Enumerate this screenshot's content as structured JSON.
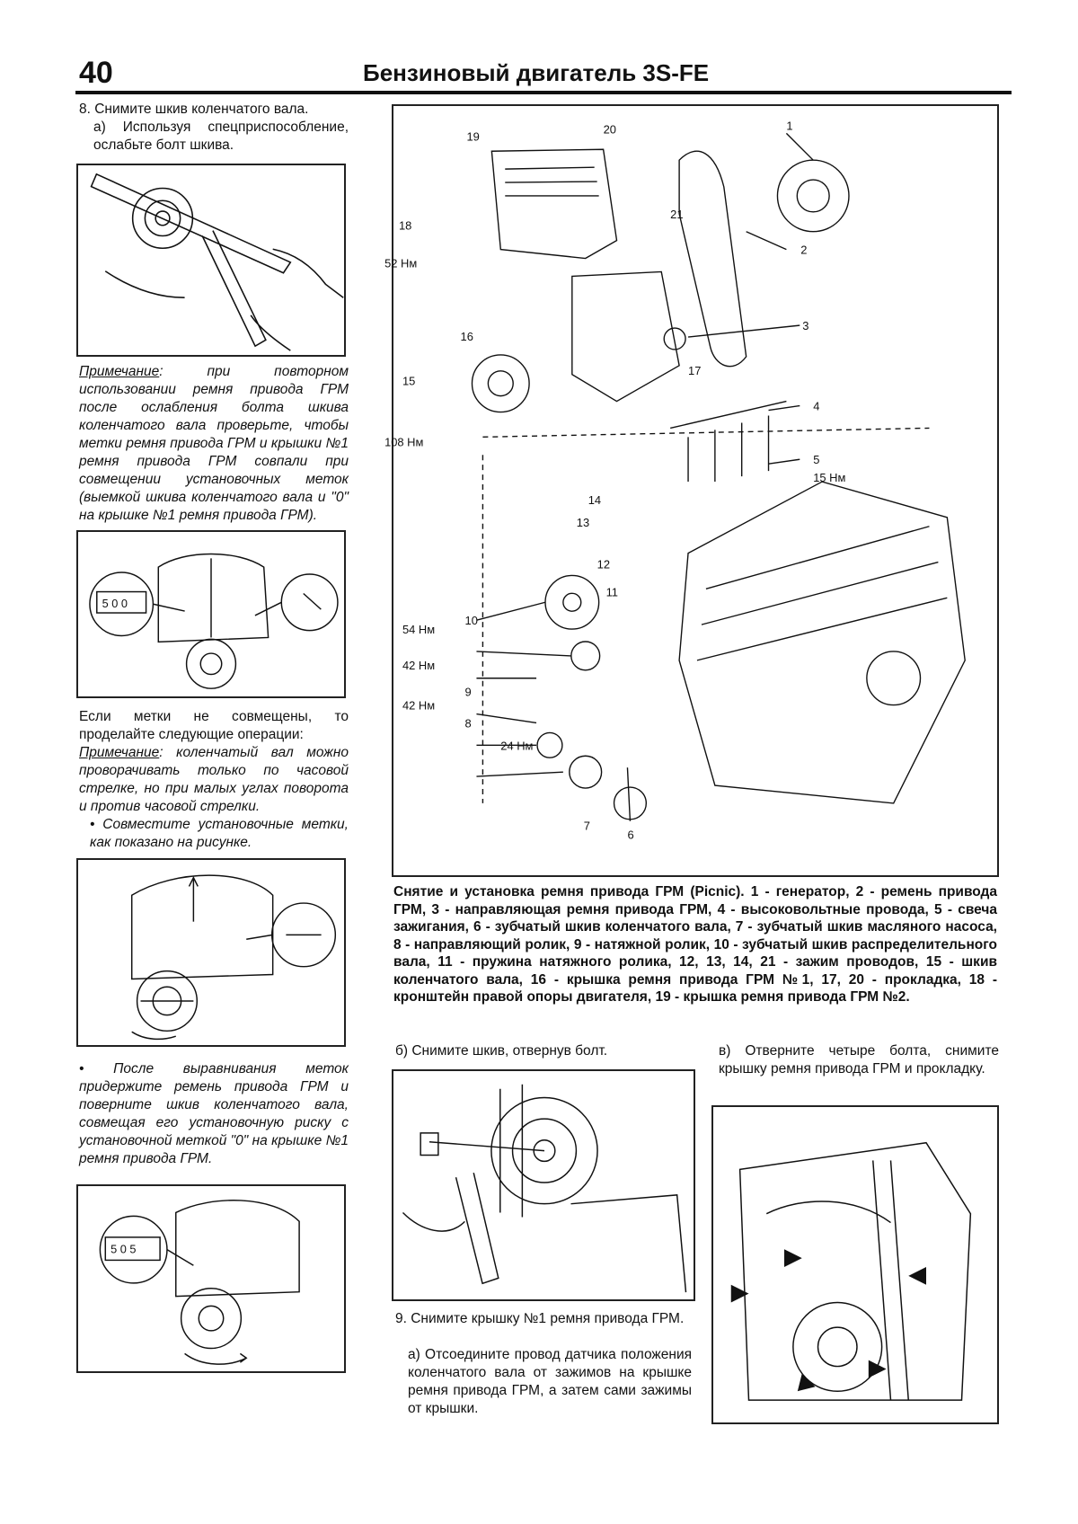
{
  "header": {
    "page_number": "40",
    "title": "Бензиновый двигатель 3S-FE"
  },
  "left": {
    "step8_title": "8. Снимите шкив коленчатого вала.",
    "step8_a": "а) Используя спецприспособление, ослабьте болт шкива.",
    "note1_label": "Примечание",
    "note1_text": ": при повторном использовании ремня привода ГРМ после ослабления болта шкива коленчатого вала проверьте, чтобы метки ремня привода ГРМ и крышки №1 ремня привода ГРМ совпали при совмещении установочных меток (выемкой шкива коленчатого вала и \"0\" на крышке №1 ремня привода ГРМ).",
    "marks_text": "Если метки не совмещены, то проделайте следующие операции:",
    "note2_label": "Примечание",
    "note2_text": ": коленчатый вал можно проворачивать только по часовой стрелке, но при малых углах поворота и против часовой стрелки.",
    "bullet1": "• Совместите установочные метки, как показано на рисунке.",
    "bullet2": "• После выравнивания меток придержите ремень привода ГРМ и поверните шкив коленчатого вала, совмещая его установочную риску с установочной меткой \"0\" на крышке №1 ремня привода ГРМ."
  },
  "diagram": {
    "part_numbers": [
      "1",
      "2",
      "3",
      "4",
      "5",
      "6",
      "7",
      "8",
      "9",
      "10",
      "11",
      "12",
      "13",
      "14",
      "15",
      "16",
      "17",
      "18",
      "19",
      "20",
      "21"
    ],
    "torques": {
      "t52": "52 Нм",
      "t108": "108 Нм",
      "t15": "15 Нм",
      "t54": "54 Нм",
      "t42a": "42 Нм",
      "t42b": "42 Нм",
      "t24": "24 Нм"
    },
    "caption": "Снятие и установка ремня привода ГРМ (Picnic). 1 - генератор, 2 - ремень привода ГРМ, 3 - направляющая ремня привода ГРМ, 4 - высоковольтные провода, 5 - свеча зажигания, 6 - зубчатый шкив коленчатого вала, 7 - зубчатый шкив масляного насоса, 8 - направляющий ролик, 9 - натяжной ролик, 10 - зубчатый шкив распределительного вала, 11 - пружина натяжного ролика, 12, 13, 14, 21 - зажим проводов, 15 - шкив коленчатого вала, 16 - крышка ремня привода ГРМ №1, 17, 20 - прокладка, 18 - кронштейн правой опоры двигателя, 19 - крышка ремня привода ГРМ №2."
  },
  "bottom": {
    "step_b": "б) Снимите шкив, отвернув болт.",
    "step_v": "в) Отверните четыре болта, снимите крышку ремня привода ГРМ и прокладку.",
    "step9_title": "9. Снимите крышку №1 ремня привода ГРМ.",
    "step9_a": "а) Отсоедините провод датчика положения коленчатого вала от зажимов на крышке ремня привода ГРМ, а затем сами зажимы от крышки."
  },
  "figures": {
    "fig2_counter": "5 0 0",
    "fig4_counter": "5 0 5"
  }
}
